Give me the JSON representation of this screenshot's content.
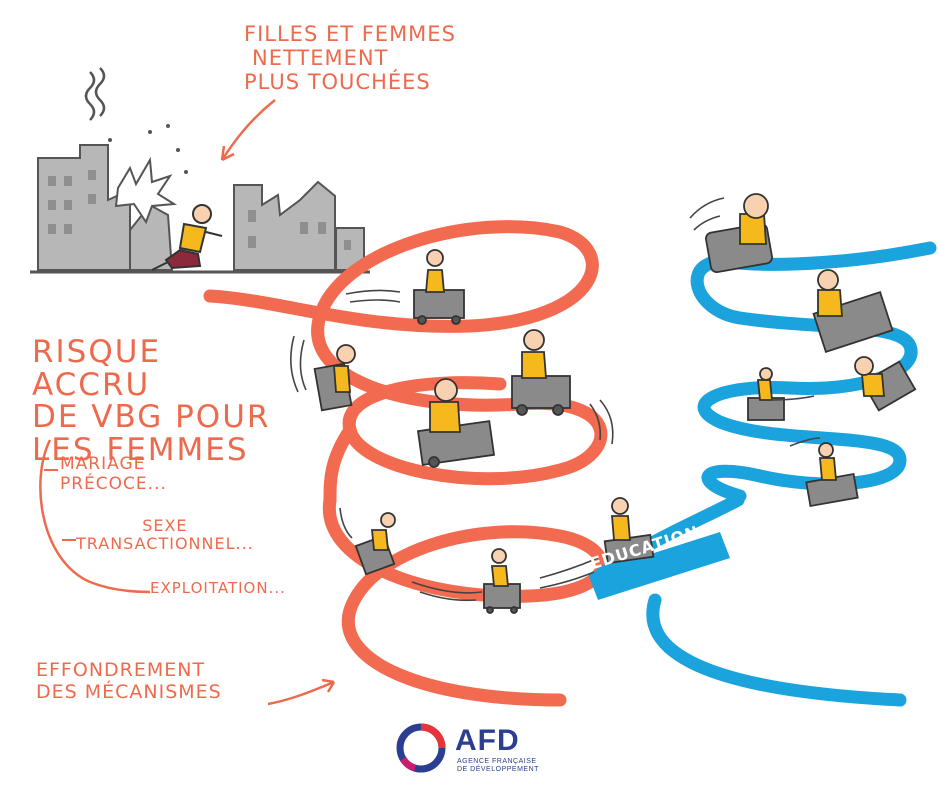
{
  "annotations": {
    "top": [
      "FILLES ET FEMMES",
      "NETTEMENT",
      "PLUS TOUCHÉES"
    ],
    "risk": [
      "RISQUE ACCRU",
      "DE VBG POUR",
      "LES FEMMES"
    ],
    "mariage": [
      "MARIAGE",
      "PRÉCOCE..."
    ],
    "sexe": [
      "SEXE",
      "TRANSACTIONNEL..."
    ],
    "exploitation": "EXPLOITATION...",
    "effondrement": [
      "EFFONDREMENT",
      "DES MÉCANISMES"
    ]
  },
  "education_label": "EDUCATION",
  "logo": {
    "name": "AFD",
    "subtitle": [
      "AGENCE FRANÇAISE",
      "DE DÉVELOPPEMENT"
    ]
  },
  "colors": {
    "red_spiral": "#f26a4f",
    "blue_spiral": "#1aa3dc",
    "text": "#ee6a4d",
    "figure": "#f5b91e",
    "cart": "#8a8a8a",
    "city": "#b7b7b7",
    "logo_blue": "#2c3e8f"
  }
}
